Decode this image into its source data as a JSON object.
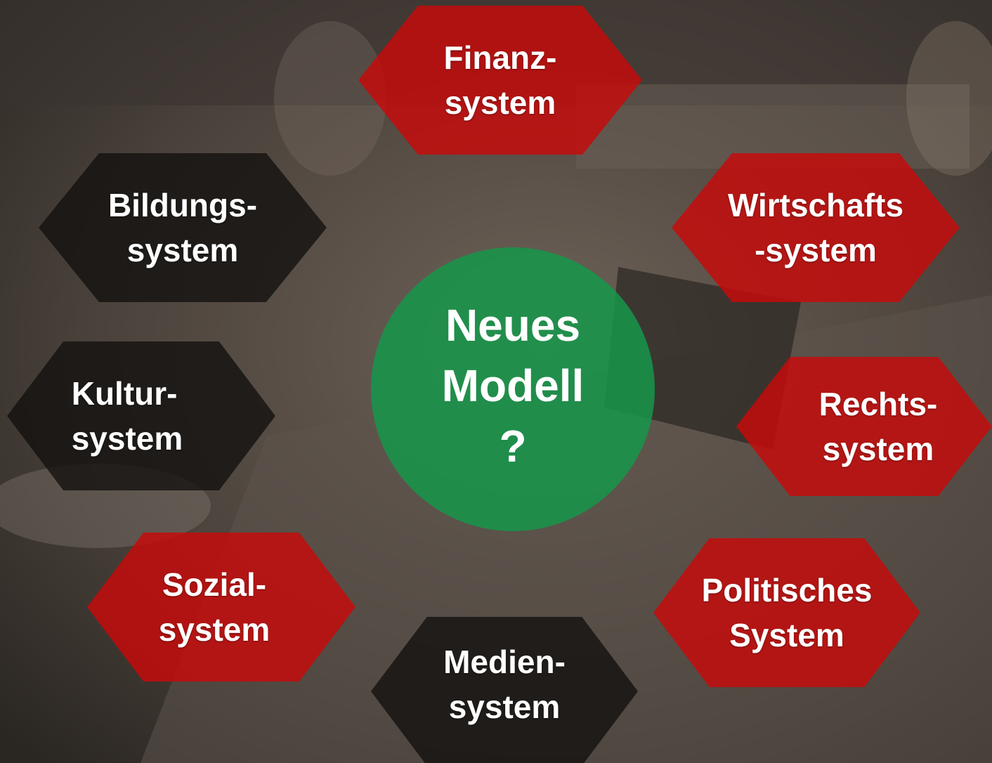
{
  "center": {
    "label": "Neues\nModell\n?"
  },
  "nodes": [
    {
      "id": "finanz",
      "label": "Finanz-\nsystem",
      "tone": "red"
    },
    {
      "id": "bildung",
      "label": "Bildungs-\nsystem",
      "tone": "dark"
    },
    {
      "id": "wirtschaft",
      "label": "Wirtschafts\n-system",
      "tone": "red"
    },
    {
      "id": "kultur",
      "label": "Kultur-\nsystem",
      "tone": "dark"
    },
    {
      "id": "recht",
      "label": "Rechts-\nsystem",
      "tone": "red"
    },
    {
      "id": "sozial",
      "label": "Sozial-\nsystem",
      "tone": "red"
    },
    {
      "id": "politik",
      "label": "Politisches\nSystem",
      "tone": "red"
    },
    {
      "id": "medien",
      "label": "Medien-\nsystem",
      "tone": "dark"
    }
  ],
  "colors": {
    "red": "#c80a0a",
    "dark": "#12100e",
    "green": "#16964b"
  }
}
